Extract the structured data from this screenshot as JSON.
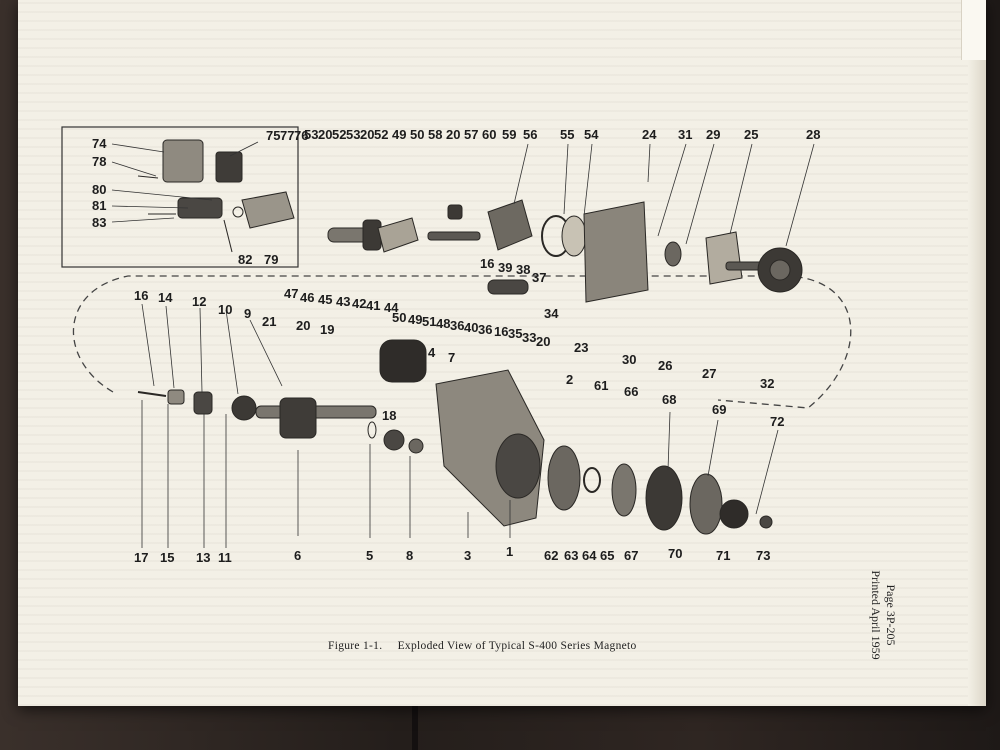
{
  "caption": {
    "figure": "Figure 1-1.",
    "title": "Exploded View of Typical S-400 Series Magneto"
  },
  "page_info": {
    "page": "Page 3P-205",
    "printed": "Printed April 1959"
  },
  "callouts": {
    "inset": [
      "74",
      "75",
      "77",
      "76",
      "78",
      "80",
      "81",
      "83",
      "82",
      "79"
    ],
    "upper_row": [
      "53",
      "20",
      "52",
      "53",
      "20",
      "52",
      "49",
      "50",
      "58",
      "20",
      "57",
      "60",
      "59",
      "56",
      "55",
      "54",
      "24",
      "31",
      "29",
      "25",
      "28"
    ],
    "upper_bottom": [
      "47",
      "46",
      "45",
      "43",
      "42",
      "41",
      "44",
      "50",
      "49",
      "51",
      "48",
      "36",
      "40",
      "36",
      "16",
      "35",
      "33",
      "20",
      "23",
      "30",
      "26",
      "27",
      "32",
      "16",
      "39",
      "38",
      "37",
      "34"
    ],
    "lower_top": [
      "16",
      "14",
      "12",
      "10",
      "9",
      "21",
      "20",
      "19",
      "4",
      "7",
      "2",
      "61",
      "66",
      "68",
      "69",
      "72",
      "18"
    ],
    "lower_bottom": [
      "17",
      "15",
      "13",
      "11",
      "6",
      "5",
      "8",
      "3",
      "1",
      "62",
      "63",
      "64",
      "65",
      "67",
      "70",
      "71",
      "73"
    ]
  }
}
